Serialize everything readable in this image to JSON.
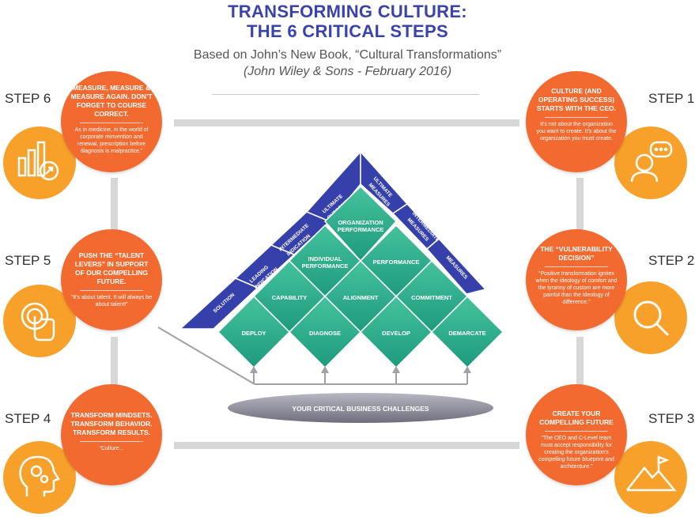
{
  "header": {
    "title_line1": "TRANSFORMING CULTURE:",
    "title_line2": "THE 6 CRITICAL STEPS",
    "subtitle_line1": "Based on John’s New Book, “Cultural Transformations”",
    "subtitle_line2": "(John Wiley & Sons - February 2016)"
  },
  "steps": {
    "step1": {
      "label": "STEP 1",
      "head": "CULTURE (AND OPERATING SUCCESS) STARTS WITH THE CEO.",
      "body": "It’s not about the organization you want to create. It’s about the organization you must create."
    },
    "step2": {
      "label": "STEP 2",
      "head": "THE “VULNERABILITY DECISION”",
      "body": "“Positive transformation ignites when the ideology of comfort and the tyranny of custom are more painful than the ideology of difference.”"
    },
    "step3": {
      "label": "STEP 3",
      "head": "CREATE YOUR COMPELLING FUTURE",
      "body": "“The CEO and C-Level team must accept responsibility for creating the organization’s compelling future blueprint and architecture.”"
    },
    "step4": {
      "label": "STEP 4",
      "head": "TRANSFORM MINDSETS. TRANSFORM BEHAVIOR. TRANSFORM RESULTS.",
      "body": "“Culture..."
    },
    "step5": {
      "label": "STEP 5",
      "head": "PUSH THE “TALENT LEVERS” IN SUPPORT OF OUR COMPELLING FUTURE.",
      "body": "“It’s about talent. It will always be about talent!”"
    },
    "step6": {
      "label": "STEP 6",
      "head": "MEASURE, MEASURE & MEASURE AGAIN. DON’T FORGET TO COURSE CORRECT.",
      "body": "As in medicine, in the world of corporate reinvention and renewal, prescription before diagnosis is malpractice.”"
    }
  },
  "icons": {
    "step1": "speech-bubble-person-icon",
    "step2": "magnifier-icon",
    "step3": "mountain-flag-icon",
    "step4": "head-gears-icon",
    "step5": "touch-hand-icon",
    "step6": "bar-chart-icon"
  },
  "pyramid": {
    "left_labels": [
      "SOLUTION",
      "LEADING INDICATION",
      "INTERMEDIATE INDICATION",
      "ULTIMATE OUTCOMES"
    ],
    "right_labels": [
      "ULTIMATE MEASURES",
      "INTERMEDIATE MEASURES",
      "EARLY MEASURES"
    ],
    "row1": [
      "ORGANIZATION PERFORMANCE"
    ],
    "row2": [
      "INDIVIDUAL PERFORMANCE",
      "PERFORMANCE"
    ],
    "row3": [
      "CAPABILITY",
      "ALIGNMENT",
      "COMMITMENT"
    ],
    "row4": [
      "DEPLOY",
      "DIAGNOSE",
      "DEVELOP",
      "DEMARCATE"
    ],
    "base": "YOUR CRITICAL BUSINESS CHALLENGES"
  },
  "colors": {
    "title": "#3a43ad",
    "orange": "#f26a2f",
    "icon_orange": "#f7a12a",
    "navy": "#3a43ad",
    "teal": "#2aa88a",
    "connector_gray": "#d7d7d7"
  }
}
